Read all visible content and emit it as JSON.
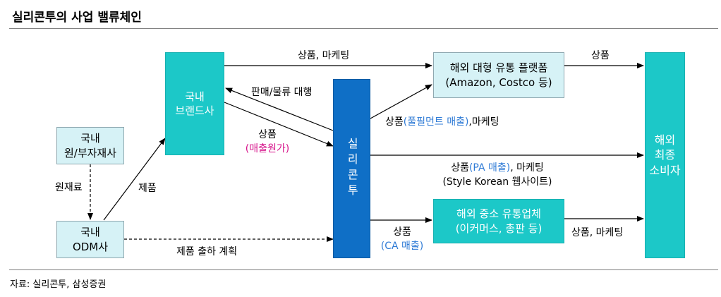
{
  "title": "실리콘투의 사업 밸류체인",
  "source": "자료: 실리콘투, 삼성증권",
  "boxes": {
    "domestic_brand": [
      "국내",
      "브랜드사"
    ],
    "raw_supplier": [
      "국내",
      "원/부자재사"
    ],
    "odm": [
      "국내",
      "ODM사"
    ],
    "silicon2": "실리콘투",
    "overseas_platform": [
      "해외 대형 유통 플랫폼",
      "(Amazon, Costco 등)"
    ],
    "overseas_sme": [
      "해외 중소 유통업체",
      "(이커머스, 총판 등)"
    ],
    "consumer": [
      "해외",
      "최종",
      "소비자"
    ]
  },
  "labels": {
    "top_product_marketing": "상품, 마케팅",
    "platform_to_consumer": "상품",
    "sales_logistics": "판매/물류 대행",
    "product_word": "상품",
    "wholesale_price": "(매출원가)",
    "fulfillment_prefix": "상품",
    "fulfillment_sales": "(풀필먼트 매출)",
    "fulfillment_suffix": ",마케팅",
    "pa_prefix": "상품",
    "pa_sales": "(PA 매출)",
    "pa_suffix": ", 마케팅",
    "style_korean": "(Style Korean 웹사이트)",
    "ca_product": "상품",
    "ca_sales": "(CA 매출)",
    "sme_to_consumer": "상품, 마케팅",
    "raw_material": "원재료",
    "finished_product": "제품",
    "shipment_plan": "제품 출하 계획"
  },
  "colors": {
    "teal": "#1cc8c8",
    "light": "#d6f2f6",
    "blue": "#0f6fc6",
    "highlight_blue": "#2f7bd6",
    "highlight_magenta": "#d6128a"
  }
}
